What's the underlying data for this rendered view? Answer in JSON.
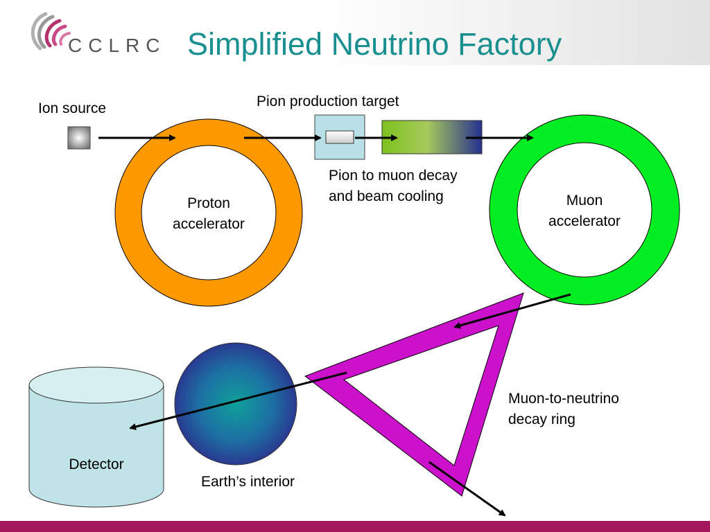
{
  "header": {
    "logo_text": "CCLRC",
    "title": "Simplified Neutrino Factory"
  },
  "labels": {
    "ion_source": "Ion source",
    "pion_target": "Pion production target",
    "pion_decay_line1": "Pion to muon decay",
    "pion_decay_line2": "and beam cooling",
    "proton_line1": "Proton",
    "proton_line2": "accelerator",
    "muon_line1": "Muon",
    "muon_line2": "accelerator",
    "decay_ring_line1": "Muon-to-neutrino",
    "decay_ring_line2": "decay ring",
    "detector": "Detector",
    "earth": "Earth’s interior"
  },
  "colors": {
    "title": "#1a8f8f",
    "proton_ring": "#ff9900",
    "muon_ring": "#00ee22",
    "decay_ring": "#cc11cc",
    "target_box": "#b8e0e6",
    "detector": "#bfe3e6",
    "bottom_bar": "#a3185c"
  }
}
